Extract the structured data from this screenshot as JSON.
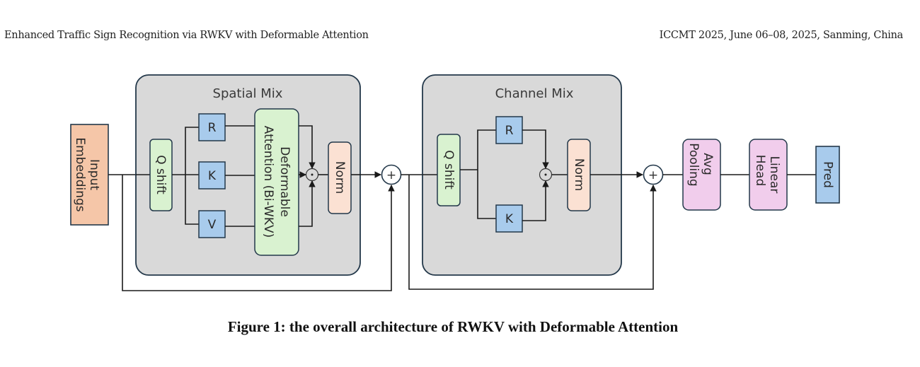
{
  "header": {
    "left": "Enhanced Traffic Sign Recognition via RWKV with Deformable Attention",
    "right": "ICCMT 2025, June 06–08, 2025, Sanming, China"
  },
  "figure": {
    "caption": "Figure 1: the overall architecture of RWKV with Deformable Attention",
    "colors": {
      "input_embeddings": "#f5c6a8",
      "mix_block": "#d9d9d9",
      "q_shift": "#d9f2d0",
      "projection": "#a8cbec",
      "deformable": "#d9f2d0",
      "norm": "#fbe1d3",
      "head": "#f1cdec",
      "pred": "#a8cbec",
      "border": "#23384a",
      "wire": "#1a1a1a"
    },
    "input_embeddings": {
      "line1": "Input",
      "line2": "Embeddings"
    },
    "spatial_mix": {
      "title": "Spatial Mix",
      "q_shift": "Q shift",
      "r": "R",
      "k": "K",
      "v": "V",
      "deformable_line1": "Deformable",
      "deformable_line2": "Attention (Bi-WKV)",
      "multiply_symbol": "⊙",
      "norm": "Norm"
    },
    "add_symbol": "+",
    "channel_mix": {
      "title": "Channel Mix",
      "q_shift": "Q shift",
      "r": "R",
      "k": "K",
      "multiply_symbol": "⊙",
      "norm": "Norm"
    },
    "avg_pooling": {
      "line1": "Avg",
      "line2": "Pooling"
    },
    "linear_head": {
      "line1": "Linear",
      "line2": "Head"
    },
    "pred": "Pred"
  }
}
